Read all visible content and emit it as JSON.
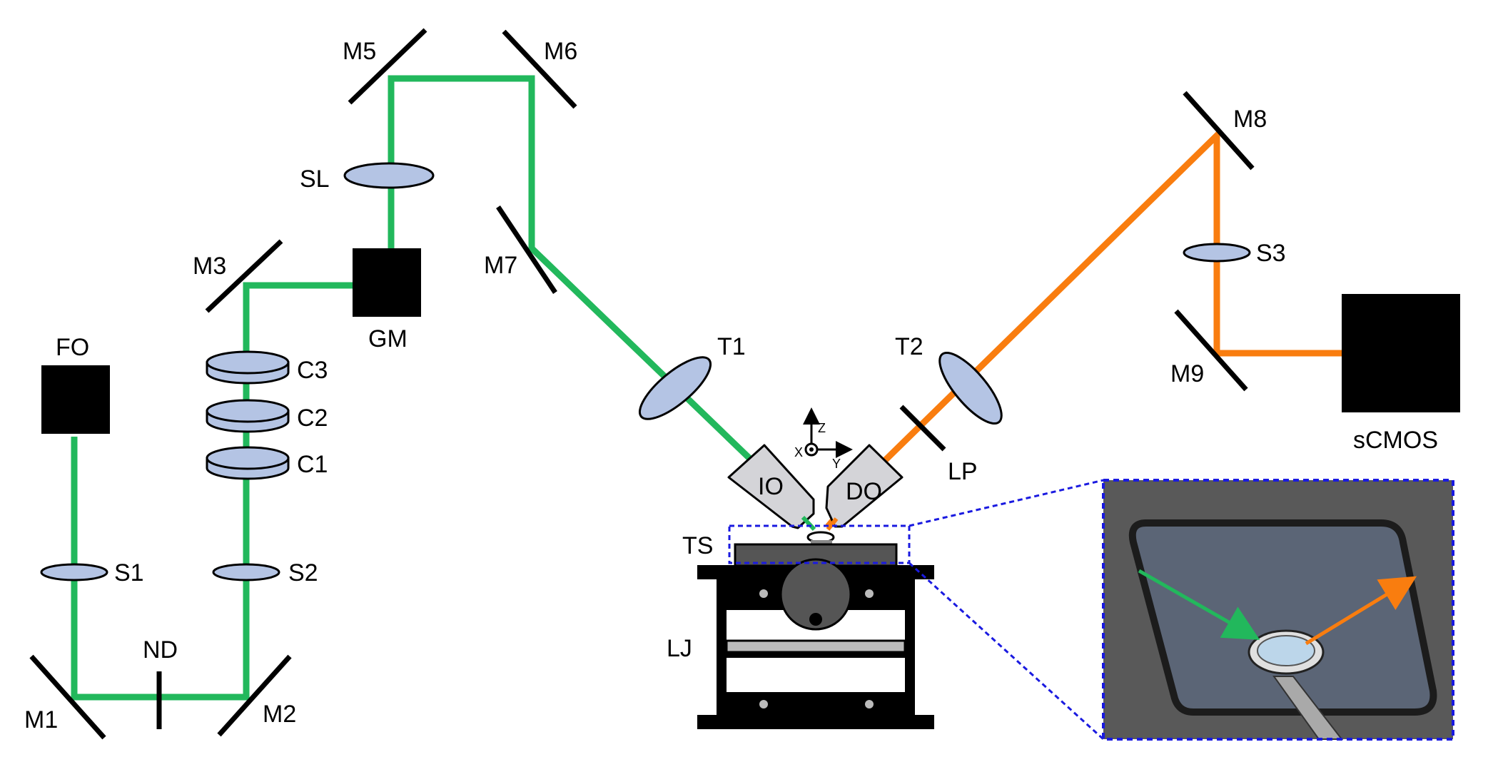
{
  "colors": {
    "green_beam": "#22b85c",
    "orange_beam": "#f97d0f",
    "lens_fill": "#b4c4e4",
    "inset_border": "#1a1ae0"
  },
  "labels": {
    "fo": "FO",
    "s1": "S1",
    "s2": "S2",
    "s3": "S3",
    "nd": "ND",
    "m1": "M1",
    "m2": "M2",
    "m3": "M3",
    "m5": "M5",
    "m6": "M6",
    "m7": "M7",
    "m8": "M8",
    "m9": "M9",
    "c1": "C1",
    "c2": "C2",
    "c3": "C3",
    "sl": "SL",
    "gm": "GM",
    "t1": "T1",
    "t2": "T2",
    "lp": "LP",
    "io": "IO",
    "do": "DO",
    "ts": "TS",
    "lj": "LJ",
    "scmos": "sCMOS"
  },
  "axes": {
    "z": "Z",
    "x": "X",
    "y": "Y"
  }
}
